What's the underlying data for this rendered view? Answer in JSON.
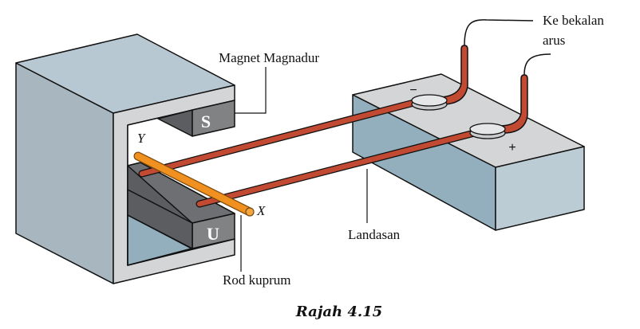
{
  "figure": {
    "caption": "Rajah 4.15",
    "labels": {
      "magnet": "Magnet Magnadur",
      "supply_line1": "Ke bekalan",
      "supply_line2": "arus",
      "base": "Landasan",
      "rod": "Rod kuprum",
      "end_y": "Y",
      "end_x": "X",
      "pole_south": "S",
      "pole_north": "U",
      "terminal_negative": "−",
      "terminal_positive": "+"
    },
    "colors": {
      "yoke_top": "#b8c8d2",
      "yoke_side": "#a7b6bf",
      "yoke_edge": "#d3d5d7",
      "magnet_front": "#808284",
      "magnet_side": "#5b5d60",
      "magnet_top": "#6d6f72",
      "rail": "#c24a32",
      "rod": "#f0901e",
      "block_top": "#d3d5d7",
      "block_front": "#bcccd4",
      "block_side": "#93afbd",
      "terminal": "#e4e6e8",
      "inner_floor": "#93afbd"
    }
  }
}
